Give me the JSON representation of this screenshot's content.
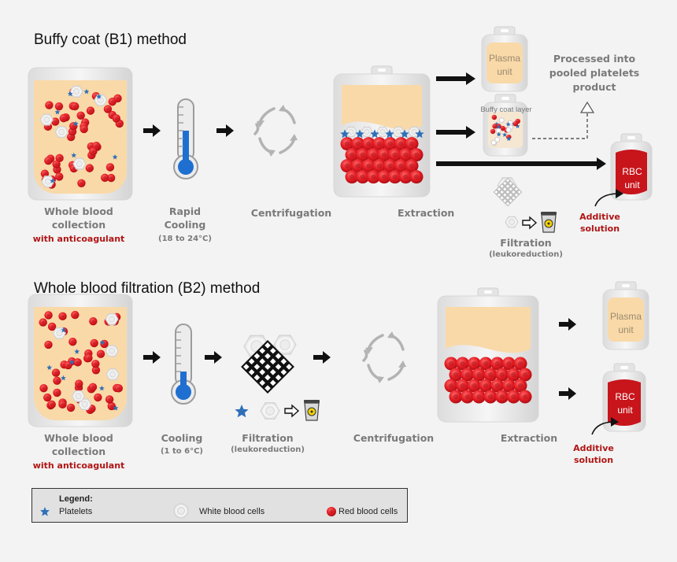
{
  "sections": {
    "b1_title": "Buffy coat (B1) method",
    "b2_title": "Whole blood filtration (B2) method"
  },
  "b1": {
    "whole_blood": [
      "Whole blood",
      "collection"
    ],
    "anticoagulant": "with anticoagulant",
    "rapid_cooling": [
      "Rapid",
      "Cooling"
    ],
    "cooling_range": "(18 to 24°C)",
    "centrifugation": "Centrifugation",
    "extraction": "Extraction",
    "plasma_unit": [
      "Plasma",
      "unit"
    ],
    "buffy_coat_layer": "Buffy coat layer",
    "processed": [
      "Processed into",
      "pooled platelets",
      "product"
    ],
    "rbc_unit": [
      "RBC",
      "unit"
    ],
    "additive_solution": [
      "Additive",
      "solution"
    ],
    "filtration": "Filtration",
    "leukoreduction": "(leukoreduction)"
  },
  "b2": {
    "whole_blood": [
      "Whole blood",
      "collection"
    ],
    "anticoagulant": "with anticoagulant",
    "cooling": "Cooling",
    "cooling_range": "(1 to 6°C)",
    "filtration": "Filtration",
    "leukoreduction": "(leukoreduction)",
    "centrifugation": "Centrifugation",
    "extraction": "Extraction",
    "plasma_unit": [
      "Plasma",
      "unit"
    ],
    "rbc_unit": [
      "RBC",
      "unit"
    ],
    "additive_solution": [
      "Additive",
      "solution"
    ]
  },
  "legend": {
    "title": "Legend:",
    "platelets": "Platelets",
    "wbc": "White blood cells",
    "rbc": "Red blood cells"
  },
  "colors": {
    "plasma": "#f9d9a8",
    "rbc": "#e21b23",
    "platelet": "#2f6fb8",
    "thermometer_fluid": "#1f6fd0",
    "label_red": "#b01515",
    "label_gray": "#7a7a7a"
  }
}
